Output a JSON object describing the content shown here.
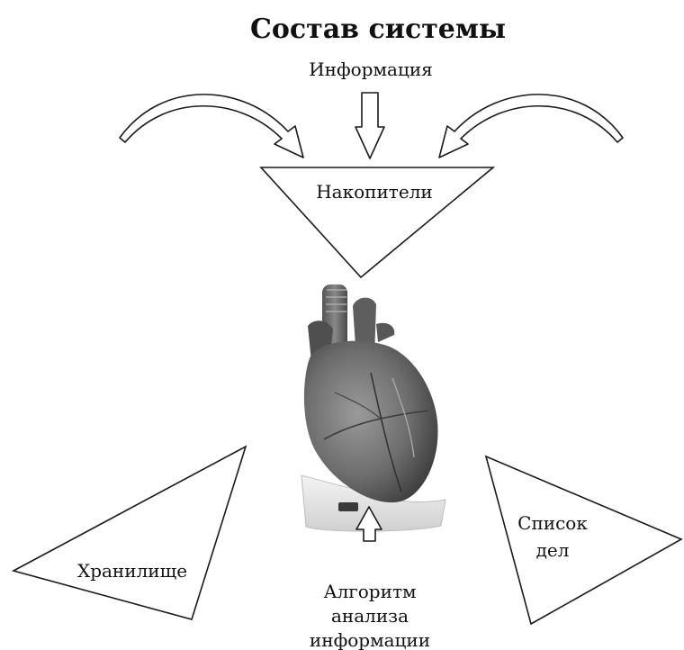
{
  "title": "Состав системы",
  "labels": {
    "information": "Информация",
    "accumulators": "Накопители",
    "storage": "Хранилище",
    "todo_line1": "Список",
    "todo_line2": "дел",
    "algo_line1": "Алгоритм",
    "algo_line2": "анализа",
    "algo_line3": "информации"
  },
  "image": {
    "subject": "heart-model"
  }
}
